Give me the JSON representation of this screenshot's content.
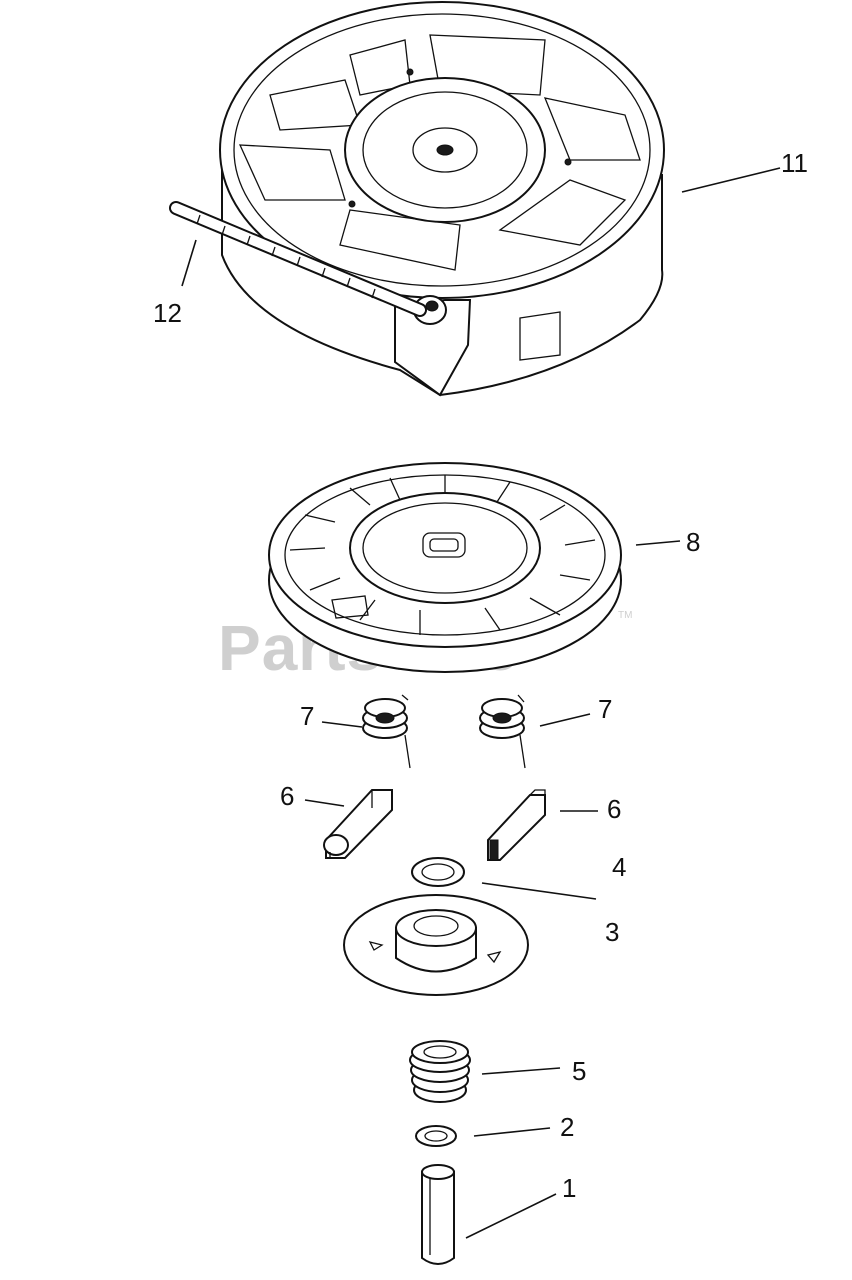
{
  "watermark": {
    "text": "PartsTree",
    "trademark": "TM"
  },
  "callouts": {
    "c1": "1",
    "c2": "2",
    "c3": "3",
    "c4": "4",
    "c5": "5",
    "c6a": "6",
    "c6b": "6",
    "c7a": "7",
    "c7b": "7",
    "c8": "8",
    "c11": "11",
    "c12": "12"
  },
  "parts": [
    {
      "id": "11",
      "icon": "starter-housing-icon"
    },
    {
      "id": "12",
      "icon": "starter-rope-icon"
    },
    {
      "id": "8",
      "icon": "pulley-icon"
    },
    {
      "id": "7",
      "icon": "pawl-spring-icon"
    },
    {
      "id": "6",
      "icon": "pawl-icon"
    },
    {
      "id": "4",
      "icon": "washer-icon"
    },
    {
      "id": "3",
      "icon": "ratchet-plate-icon"
    },
    {
      "id": "5",
      "icon": "recoil-spring-icon"
    },
    {
      "id": "2",
      "icon": "small-washer-icon"
    },
    {
      "id": "1",
      "icon": "pin-icon"
    }
  ]
}
